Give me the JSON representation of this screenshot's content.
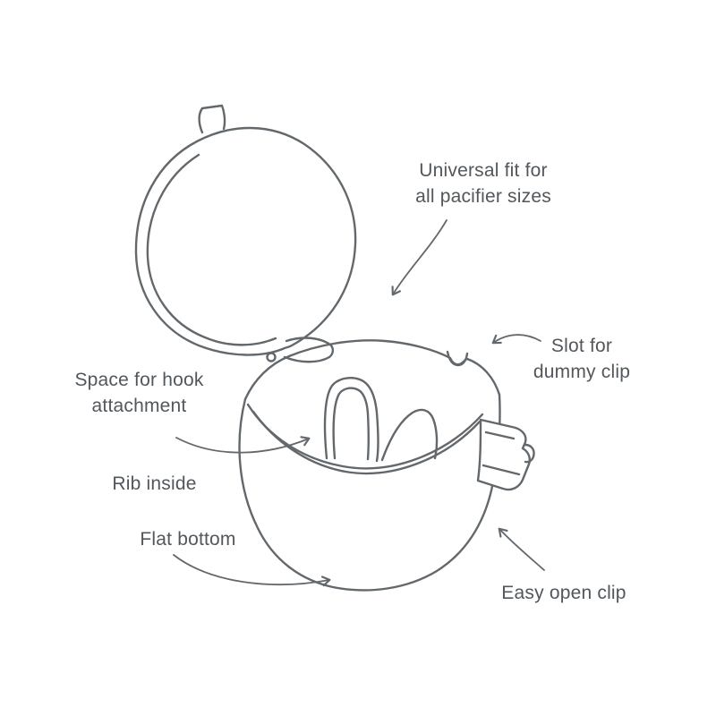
{
  "figure": {
    "background": "#ffffff",
    "line_color": "#63686c",
    "text_color": "#52575c",
    "labels": {
      "universal_fit": {
        "line1": "Universal fit for",
        "line2": "all pacifier sizes"
      },
      "slot_dummy_clip": {
        "line1": "Slot for",
        "line2": "dummy clip"
      },
      "space_for_hook": {
        "line1": "Space for hook",
        "line2": "attachment"
      },
      "rib_inside": {
        "text": "Rib inside"
      },
      "flat_bottom": {
        "text": "Flat bottom"
      },
      "easy_open_clip": {
        "text": "Easy open clip"
      }
    }
  }
}
